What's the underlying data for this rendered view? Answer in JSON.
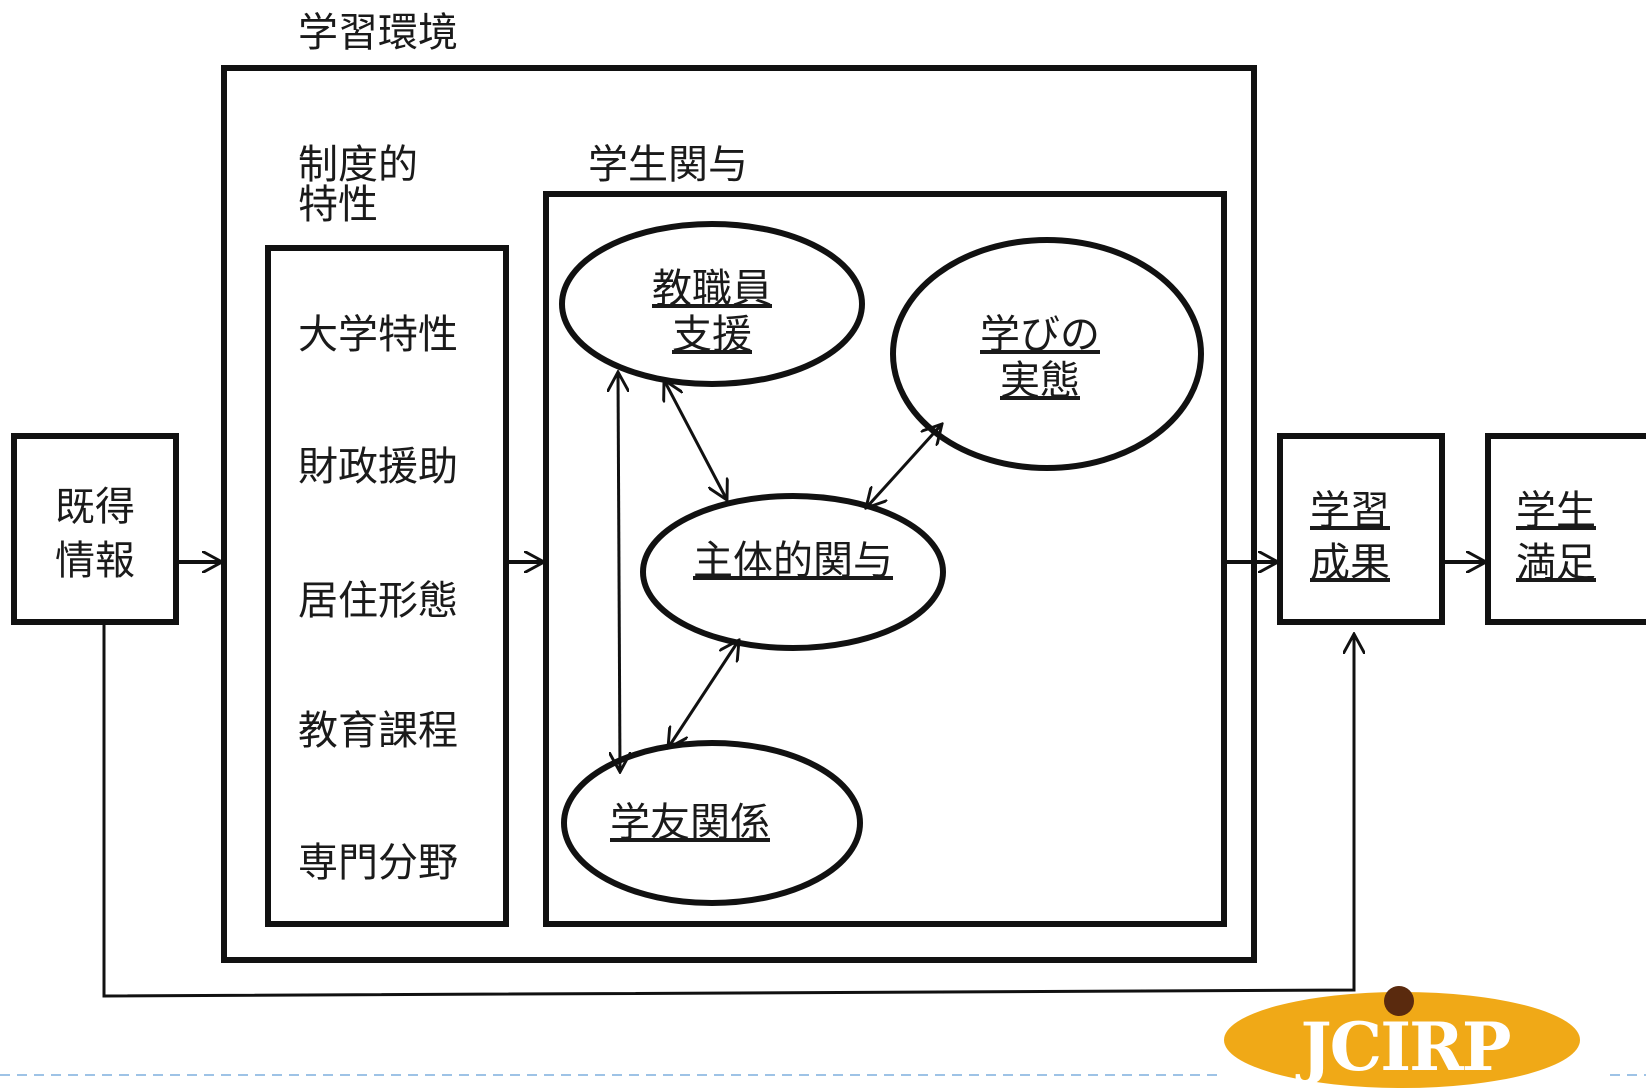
{
  "outer_label": "学習環境",
  "institutional_label_line1": "制度的",
  "institutional_label_line2": "特性",
  "engagement_label": "学生関与",
  "institutional_items": [
    "大学特性",
    "財政援助",
    "居住形態",
    "教育課程",
    "専門分野"
  ],
  "prior_info_line1": "既得",
  "prior_info_line2": "情報",
  "faculty_support_line1": "教職員",
  "faculty_support_line2": "支援",
  "learning_reality_line1": "学びの",
  "learning_reality_line2": "実態",
  "active_engagement": "主体的関与",
  "peer_relations": "学友関係",
  "learning_outcome_line1": "学習",
  "learning_outcome_line2": "成果",
  "student_satisfaction_line1": "学生",
  "student_satisfaction_line2": "満足",
  "logo_text": "JCIRP",
  "colors": {
    "stroke": "#111111",
    "logo_fill": "#f0a917",
    "logo_text": "#ffffff",
    "logo_dot": "#5a2a0e",
    "dashed_line": "#9ec3e6"
  }
}
